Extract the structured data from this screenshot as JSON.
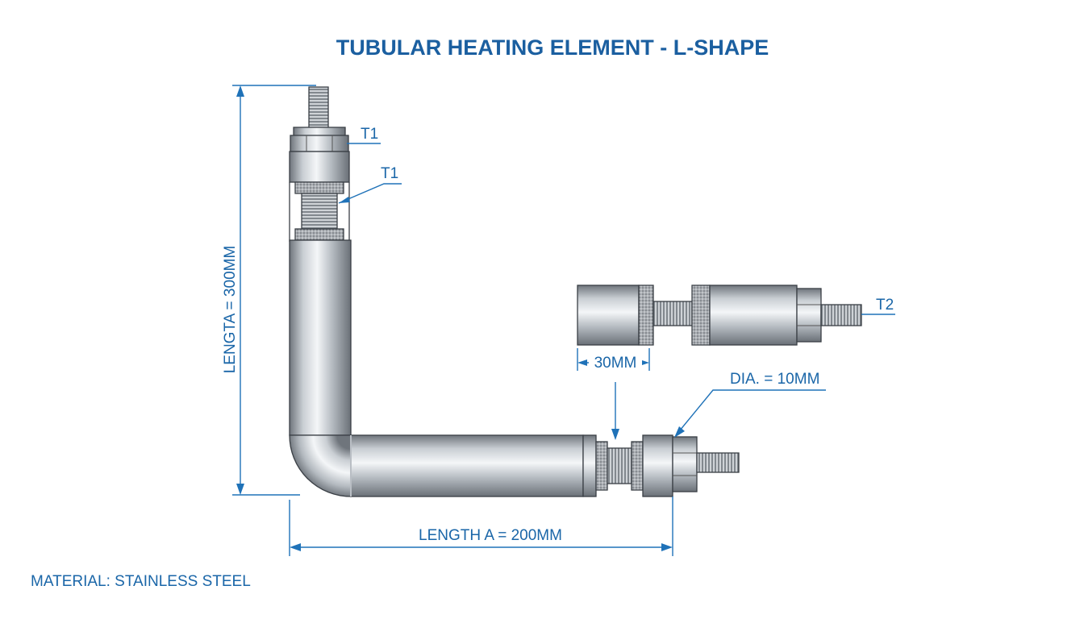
{
  "title": "TUBULAR HEATING ELEMENT - L-SHAPE",
  "labels": {
    "t1_top": "T1",
    "t1_mid": "T1",
    "t2": "T2",
    "length_vertical": "LENGTA = 300MM",
    "length_horizontal": "LENGTH A = 200MM",
    "detail_length": "30MM",
    "diameter": "DIA. = 10MM"
  },
  "material": "MATERIAL: STAINLESS STEEL",
  "colors": {
    "annotation": "#1f72b8",
    "title": "#1b5fa0",
    "steel": "#b9bec4"
  }
}
